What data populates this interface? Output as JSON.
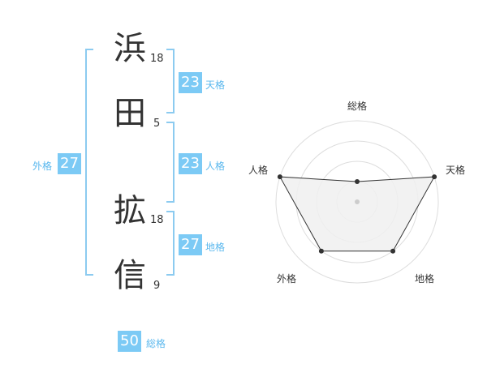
{
  "name": {
    "characters": [
      {
        "char": "浜",
        "strokes": "18"
      },
      {
        "char": "田",
        "strokes": "5"
      },
      {
        "char": "拡",
        "strokes": "18"
      },
      {
        "char": "信",
        "strokes": "9"
      }
    ]
  },
  "kakusu": {
    "tenkaku": {
      "label": "天格",
      "value": "23"
    },
    "jinkaku": {
      "label": "人格",
      "value": "23"
    },
    "chikaku": {
      "label": "地格",
      "value": "27"
    },
    "gaikaku": {
      "label": "外格",
      "value": "27"
    },
    "soukaku": {
      "label": "総格",
      "value": "50"
    }
  },
  "colors": {
    "accent": "#7ccaf5",
    "bracket": "#8ccbf0",
    "label": "#5bb8ee",
    "text": "#333333",
    "radar_fill": "#f0f0f0",
    "radar_ring": "#dddddd"
  },
  "chart_data": {
    "type": "radar",
    "axes": [
      "総格",
      "天格",
      "地格",
      "外格",
      "人格"
    ],
    "max": 4,
    "rings": 4,
    "values": [
      1,
      4,
      3,
      3,
      4
    ]
  }
}
